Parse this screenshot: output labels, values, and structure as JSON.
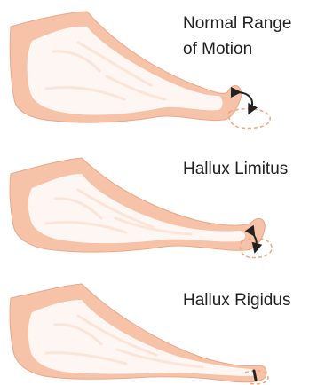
{
  "labels": {
    "panel_1_line_1": "Normal Range",
    "panel_1_line_2": "of Motion",
    "panel_2": "Hallux Limitus",
    "panel_3": "Hallux Rigidus"
  },
  "colors": {
    "skin": "#f6c2a8",
    "skin_outline": "#e8a889",
    "bone": "#ffffff",
    "bone_shade": "#fbe4d8",
    "arrow": "#222222",
    "dashed_toe": "#f2a67e"
  },
  "icons": {
    "motion_arrow": "curved-double-arrow-icon",
    "limited_arrow": "short-double-arrow-icon"
  }
}
